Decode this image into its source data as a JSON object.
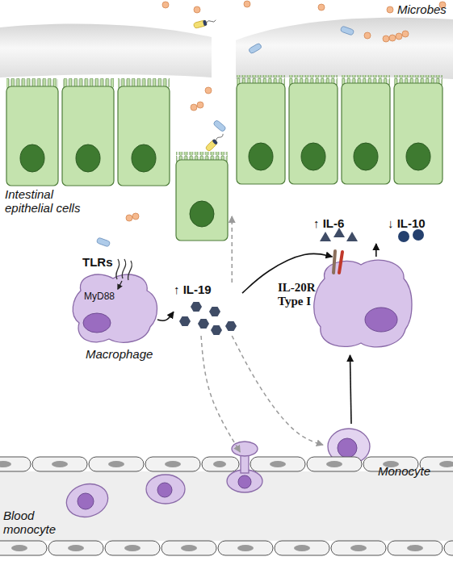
{
  "diagram": {
    "nodes": [
      {
        "text": [
          "Intestinal epithelial cells"
        ]
      },
      {
        "text": [
          "TLRs",
          "MyD88",
          "Macrophage"
        ]
      },
      {
        "text": [
          "↑ IL-19"
        ]
      },
      {
        "text": [
          "↑ IL-6",
          "↓ IL-10"
        ]
      },
      {
        "text": [
          "IL-20R Type I"
        ]
      },
      {
        "text": [
          "Monocyte"
        ]
      },
      {
        "text": [
          "Blood monocyte"
        ]
      }
    ],
    "edges": [
      {
        "from": 1,
        "to": 2,
        "arrow": "to"
      },
      {
        "from": 2,
        "to": 0,
        "arrow": "to"
      },
      {
        "from": 2,
        "to": 4,
        "arrow": "to"
      },
      {
        "from": 4,
        "to": 3,
        "arrow": "to"
      },
      {
        "from": 2,
        "to": 5,
        "arrow": "to"
      },
      {
        "from": 2,
        "to": 6,
        "arrow": "to"
      },
      {
        "from": 5,
        "to": 4,
        "arrow": "to"
      }
    ],
    "labels": [
      "Microbes"
    ]
  }
}
